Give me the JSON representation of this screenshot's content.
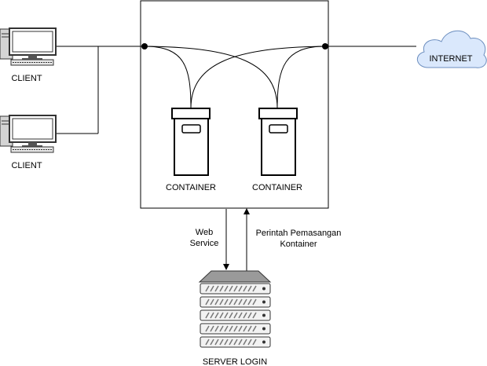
{
  "clients": [
    {
      "label": "CLIENT",
      "icon": "desktop-computer-icon"
    },
    {
      "label": "CLIENT",
      "icon": "desktop-computer-icon"
    }
  ],
  "containers": [
    {
      "label": "CONTAINER",
      "icon": "container-icon"
    },
    {
      "label": "CONTAINER",
      "icon": "container-icon"
    }
  ],
  "internet": {
    "label": "INTERNET",
    "icon": "cloud-icon",
    "fill": "#dae8fc",
    "stroke": "#6c8ebf"
  },
  "server": {
    "label": "SERVER LOGIN",
    "icon": "server-rack-icon"
  },
  "arrows": {
    "web_service": [
      "Web",
      "Service"
    ],
    "install_command": [
      "Perintah Pemasangan",
      "Kontainer"
    ]
  }
}
